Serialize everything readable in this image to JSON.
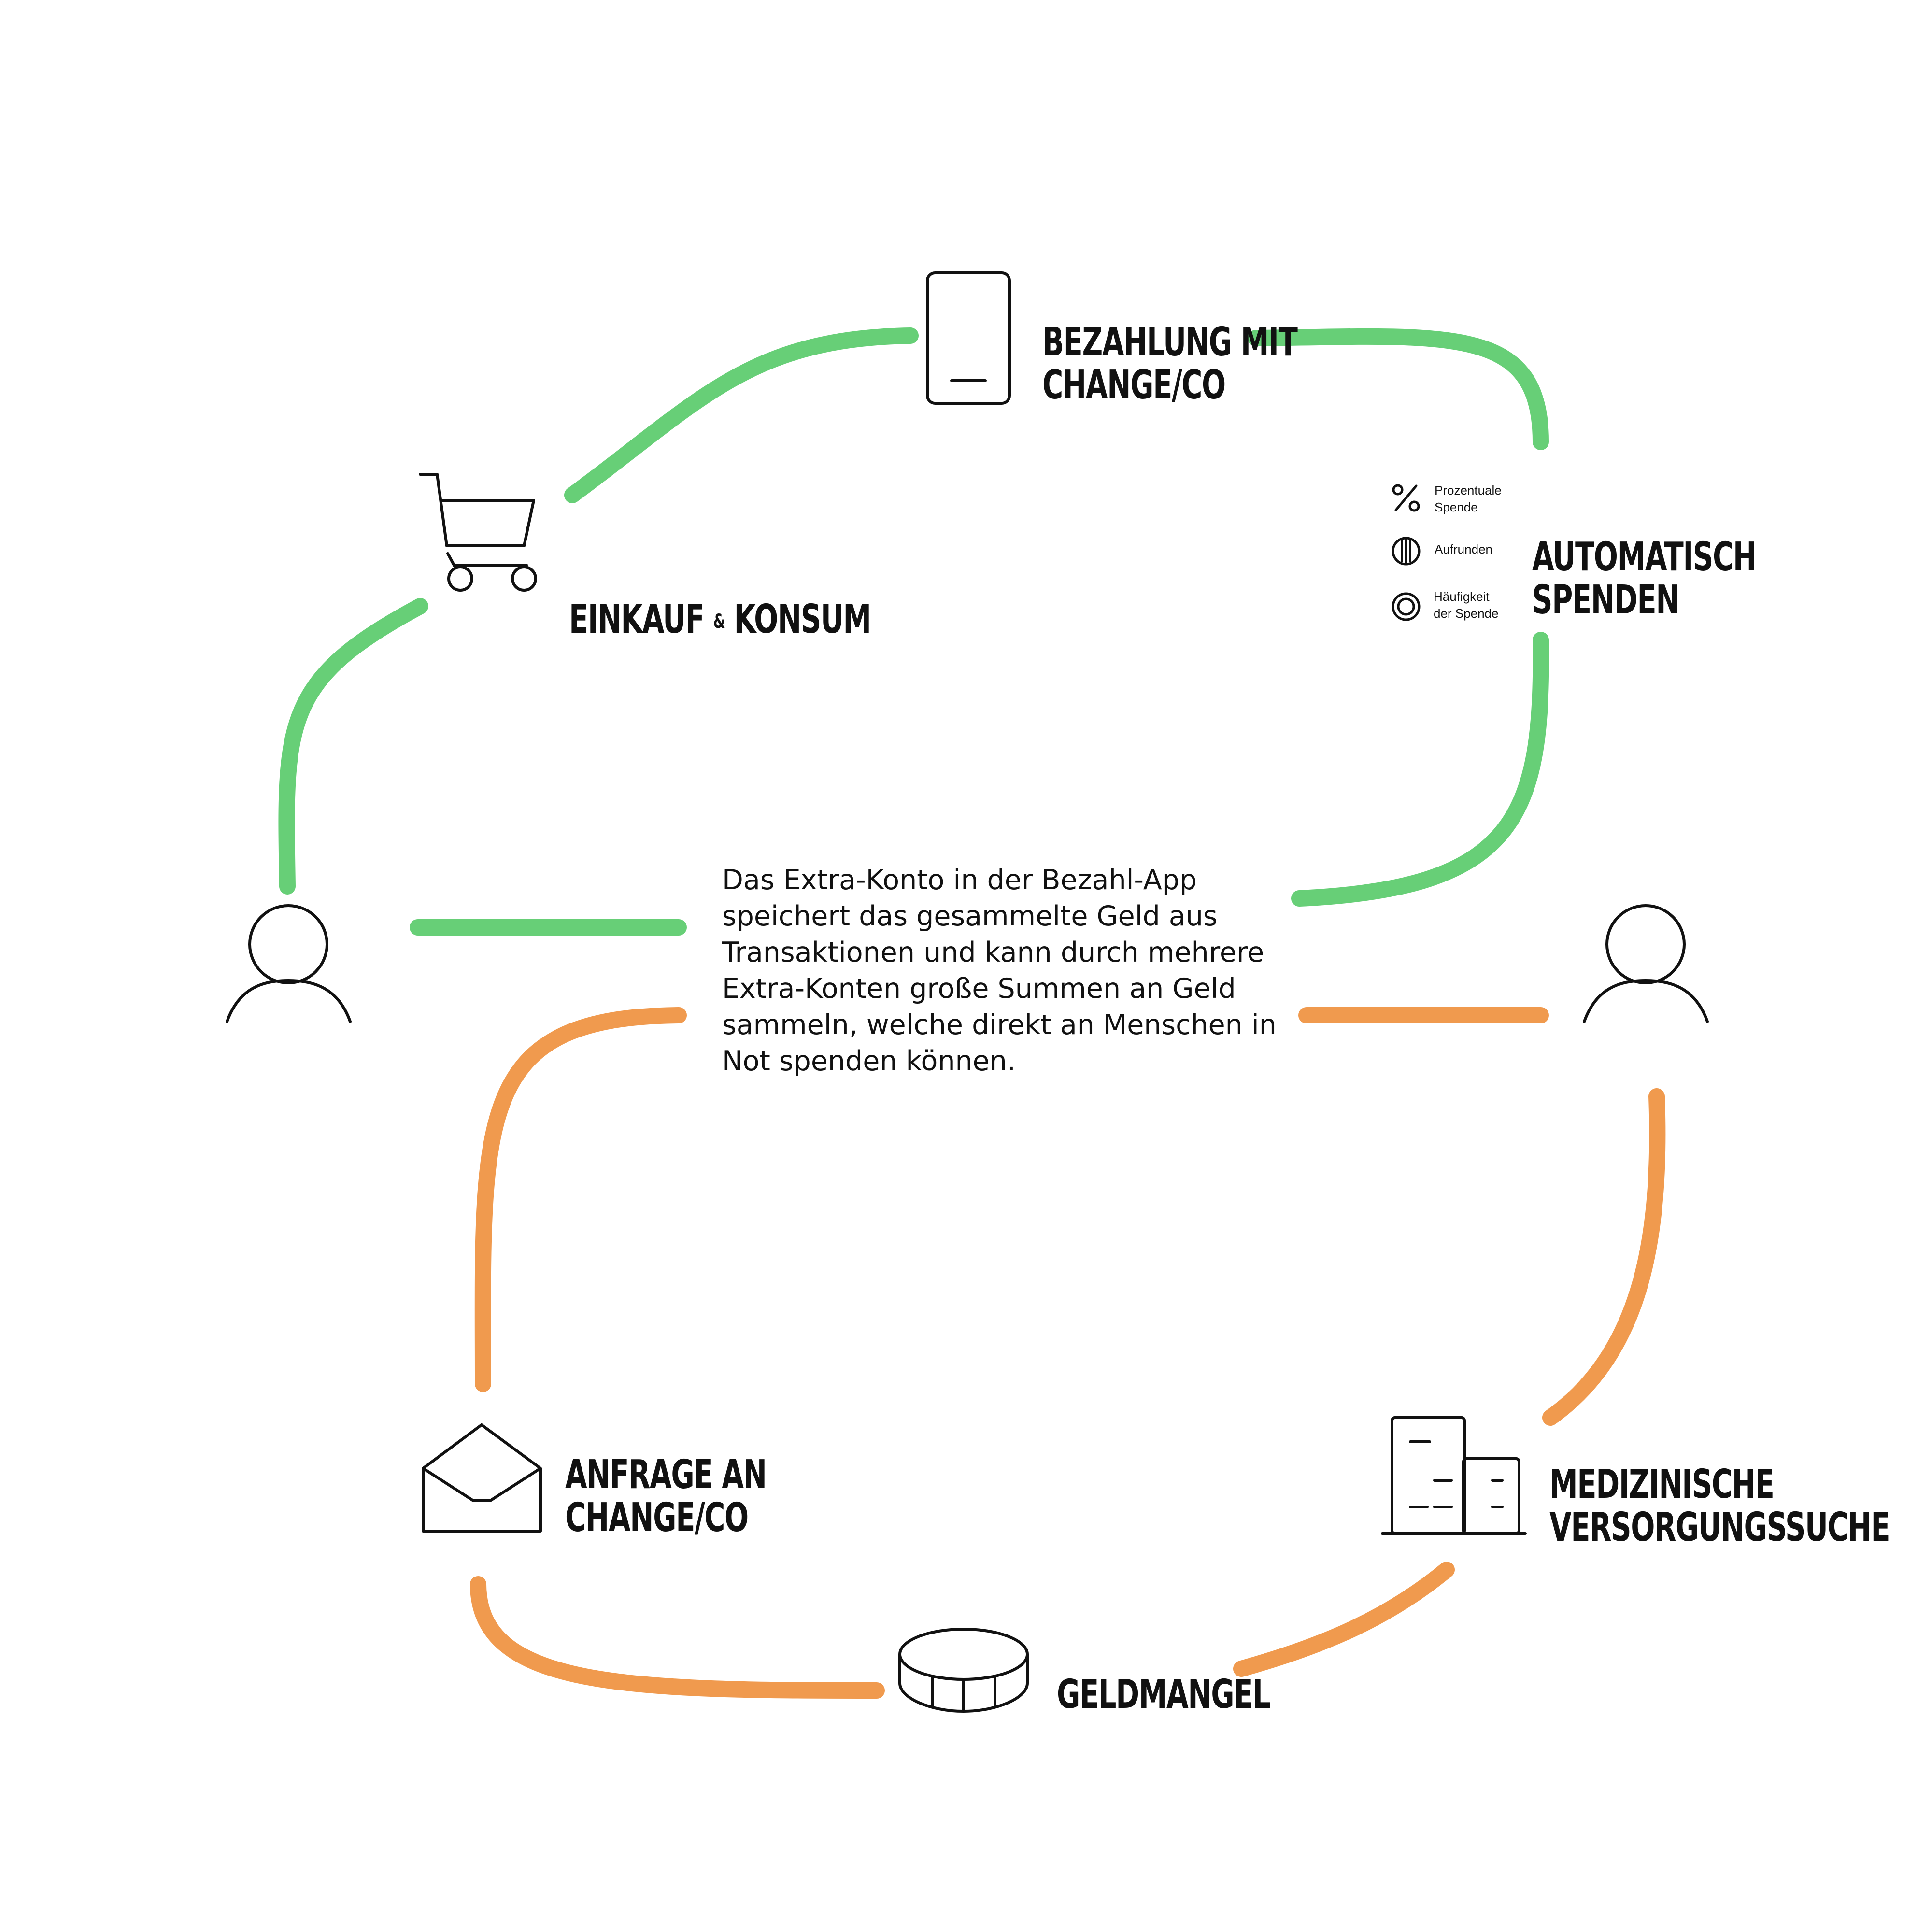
{
  "colors": {
    "green": "#67cf77",
    "orange": "#f09a4e",
    "ink": "#111111"
  },
  "steps": {
    "payment": "BEZAHLUNG MIT\nCHANGE/CO",
    "shopping_a": "EINKAUF",
    "shopping_amp": "&",
    "shopping_b": "KONSUM",
    "auto_donate": "AUTOMATISCH\nSPENDEN",
    "medical": "MEDIZINISCHE\nVERSORGUNGSSUCHE",
    "money_shortage": "GELDMANGEL",
    "request": "ANFRAGE AN\nCHANGE/CO"
  },
  "options": [
    {
      "icon": "percent-icon",
      "label": "Prozentuale\nSpende"
    },
    {
      "icon": "round-up-icon",
      "label": "Aufrunden"
    },
    {
      "icon": "frequency-icon",
      "label": "Häufigkeit\nder Spende"
    }
  ],
  "description": "Das Extra-Konto in der Bezahl-App speichert das gesammelte Geld aus Transaktionen und kann durch mehrere Extra-Konten große Summen an Geld sammeln, welche direkt an Menschen in Not spenden können.",
  "icons": [
    "phone-icon",
    "shopping-cart-icon",
    "person-icon",
    "building-icon",
    "coin-icon",
    "envelope-icon"
  ]
}
